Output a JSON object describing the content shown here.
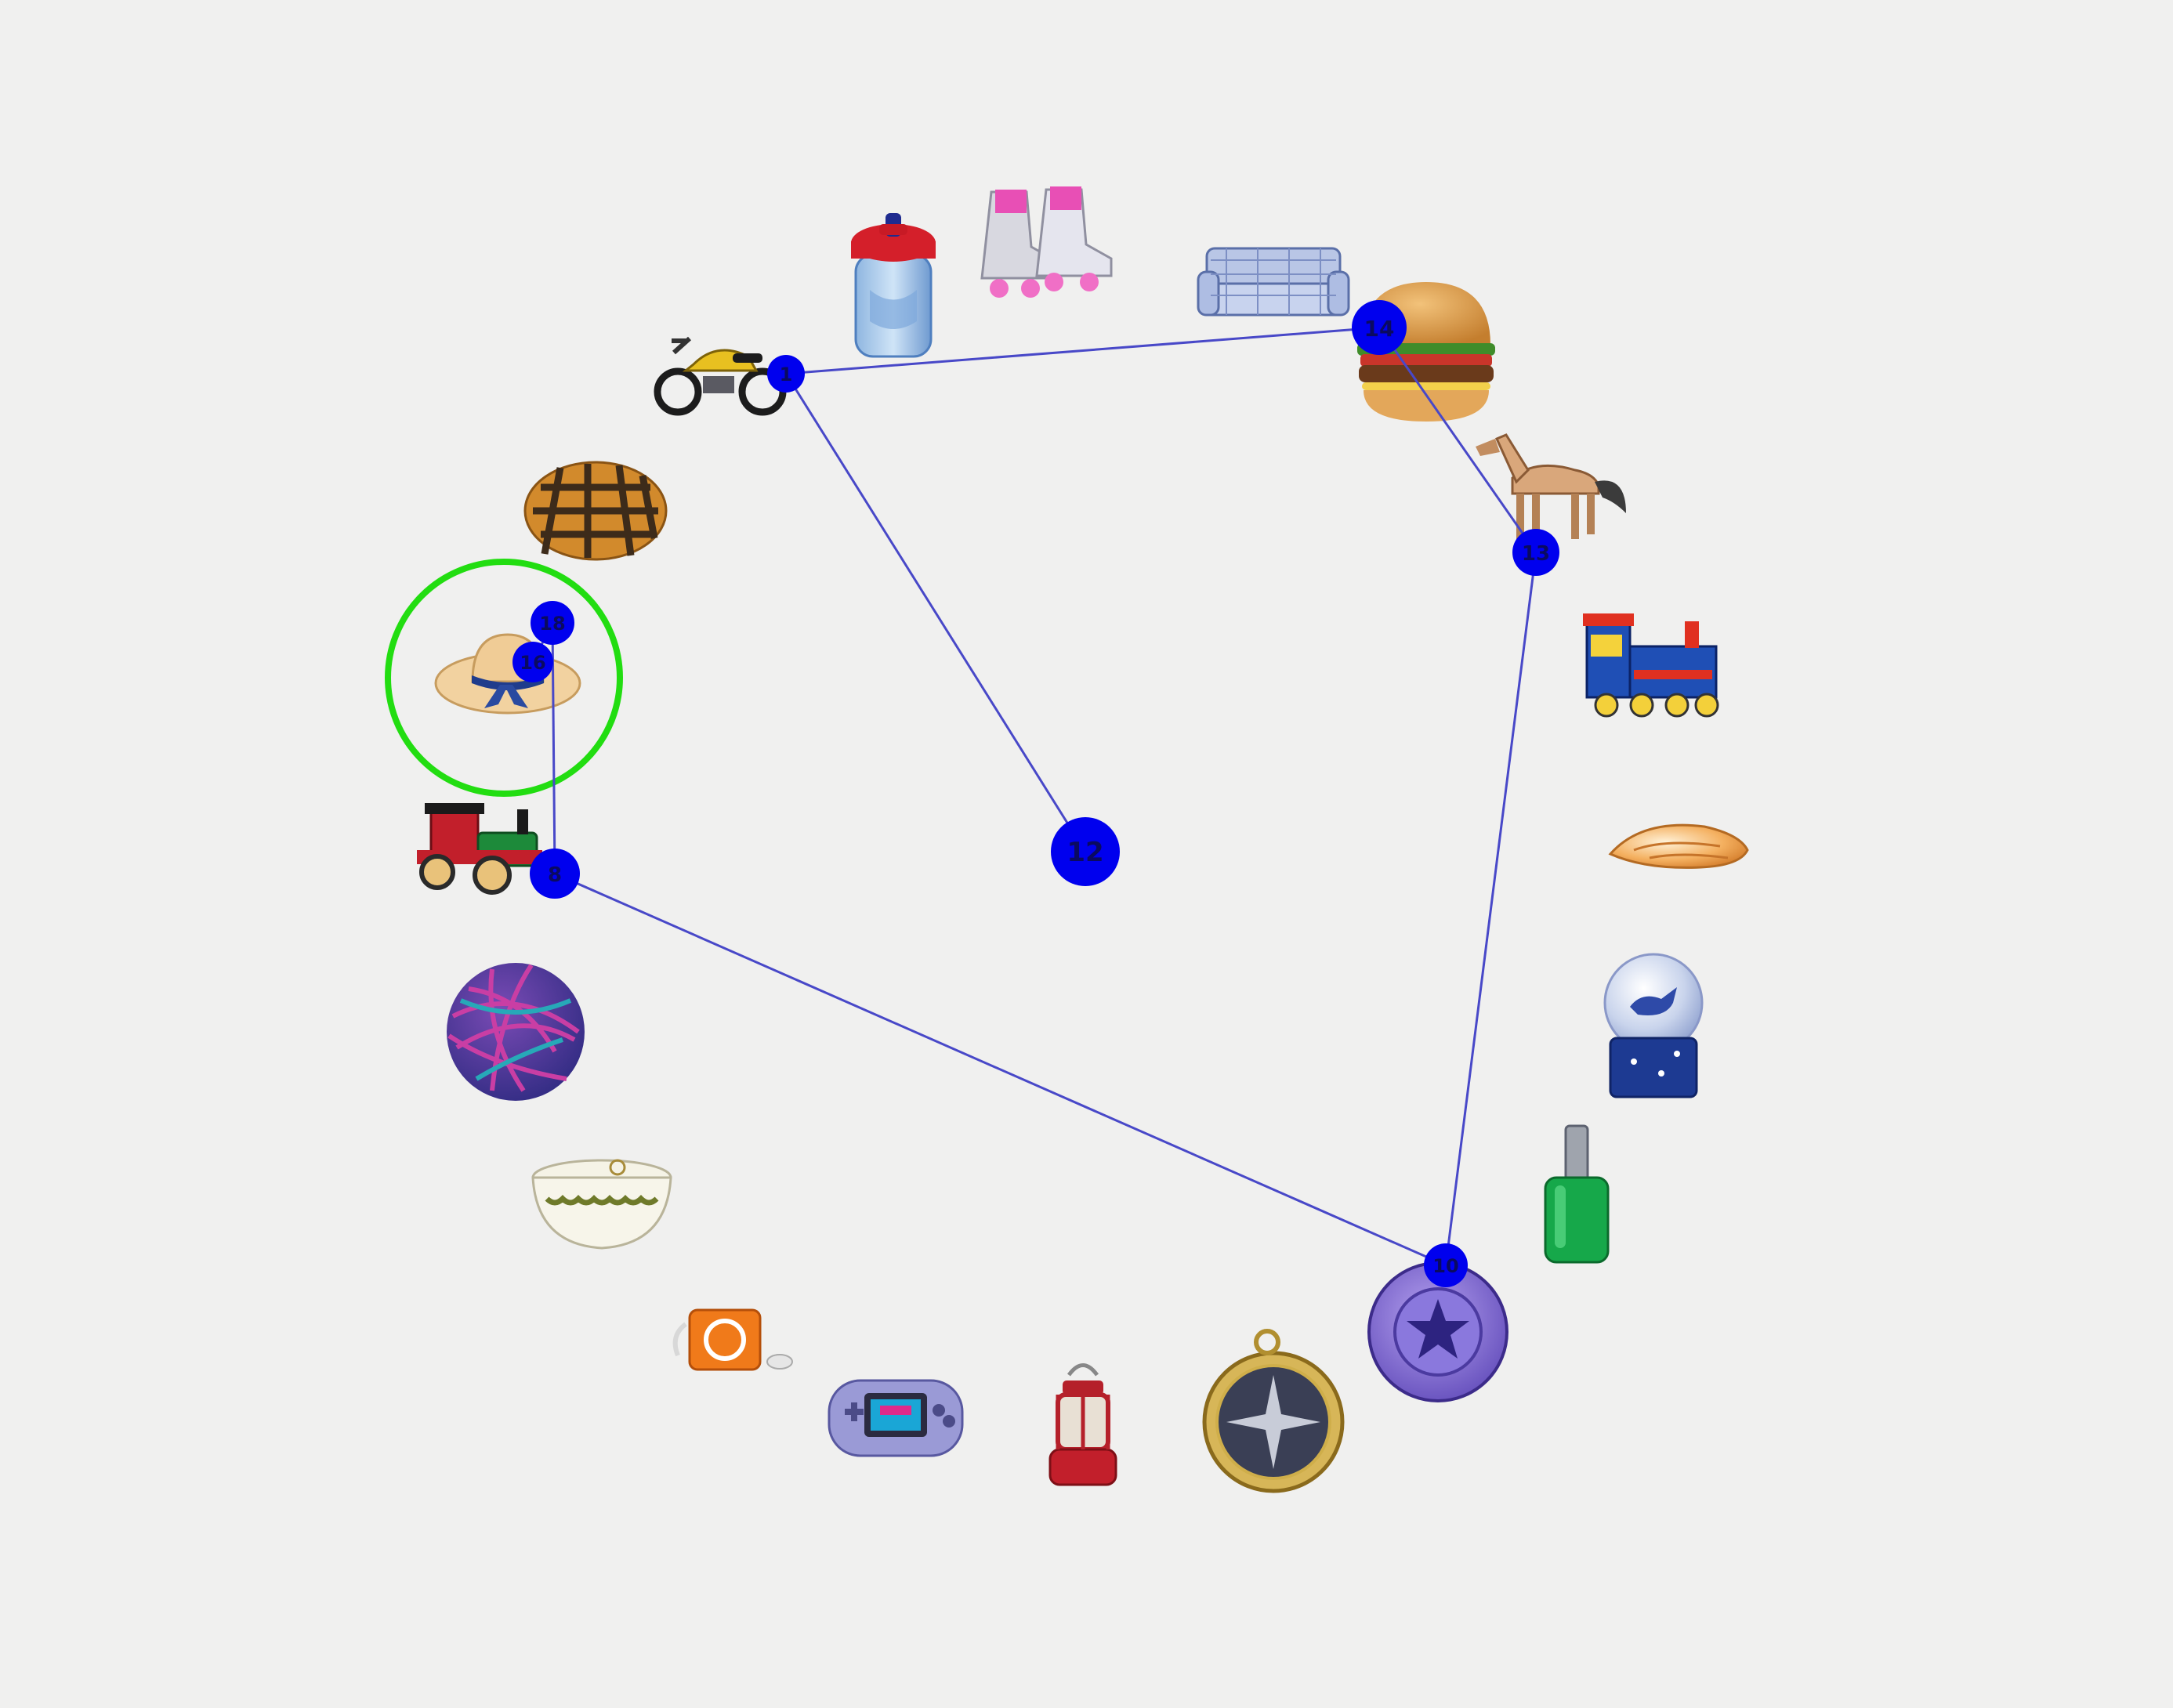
{
  "canvas": {
    "background": "#f0f0ef"
  },
  "colors": {
    "path_line": "#4848c8",
    "node_fill": "#0000ee",
    "node_label": "#0a0a60",
    "highlight_ring": "#22dd11"
  },
  "objects": [
    {
      "name": "sippy-cup-icon"
    },
    {
      "name": "roller-skates-icon"
    },
    {
      "name": "sofa-icon"
    },
    {
      "name": "hamburger-icon"
    },
    {
      "name": "toy-horse-icon"
    },
    {
      "name": "toy-train-icon"
    },
    {
      "name": "seashell-icon"
    },
    {
      "name": "snow-globe-icon"
    },
    {
      "name": "nail-polish-icon"
    },
    {
      "name": "yoyo-icon"
    },
    {
      "name": "compass-icon"
    },
    {
      "name": "lantern-icon"
    },
    {
      "name": "handheld-console-icon"
    },
    {
      "name": "music-player-icon"
    },
    {
      "name": "bowl-icon"
    },
    {
      "name": "yarn-ball-icon"
    },
    {
      "name": "toy-car-icon"
    },
    {
      "name": "straw-hat-icon"
    },
    {
      "name": "bread-icon"
    },
    {
      "name": "motorcycle-icon"
    }
  ],
  "path": {
    "nodes": [
      {
        "id": "center",
        "label": "12"
      },
      {
        "id": "motorcycle",
        "label": "1"
      },
      {
        "id": "hamburger",
        "label": "14"
      },
      {
        "id": "horse",
        "label": "13"
      },
      {
        "id": "yoyo",
        "label": "10"
      },
      {
        "id": "car",
        "label": "8"
      },
      {
        "id": "hat-top",
        "label": "18"
      },
      {
        "id": "hat",
        "label": "16"
      }
    ]
  },
  "highlight": {
    "target": "straw-hat-icon",
    "shape": "circle"
  }
}
